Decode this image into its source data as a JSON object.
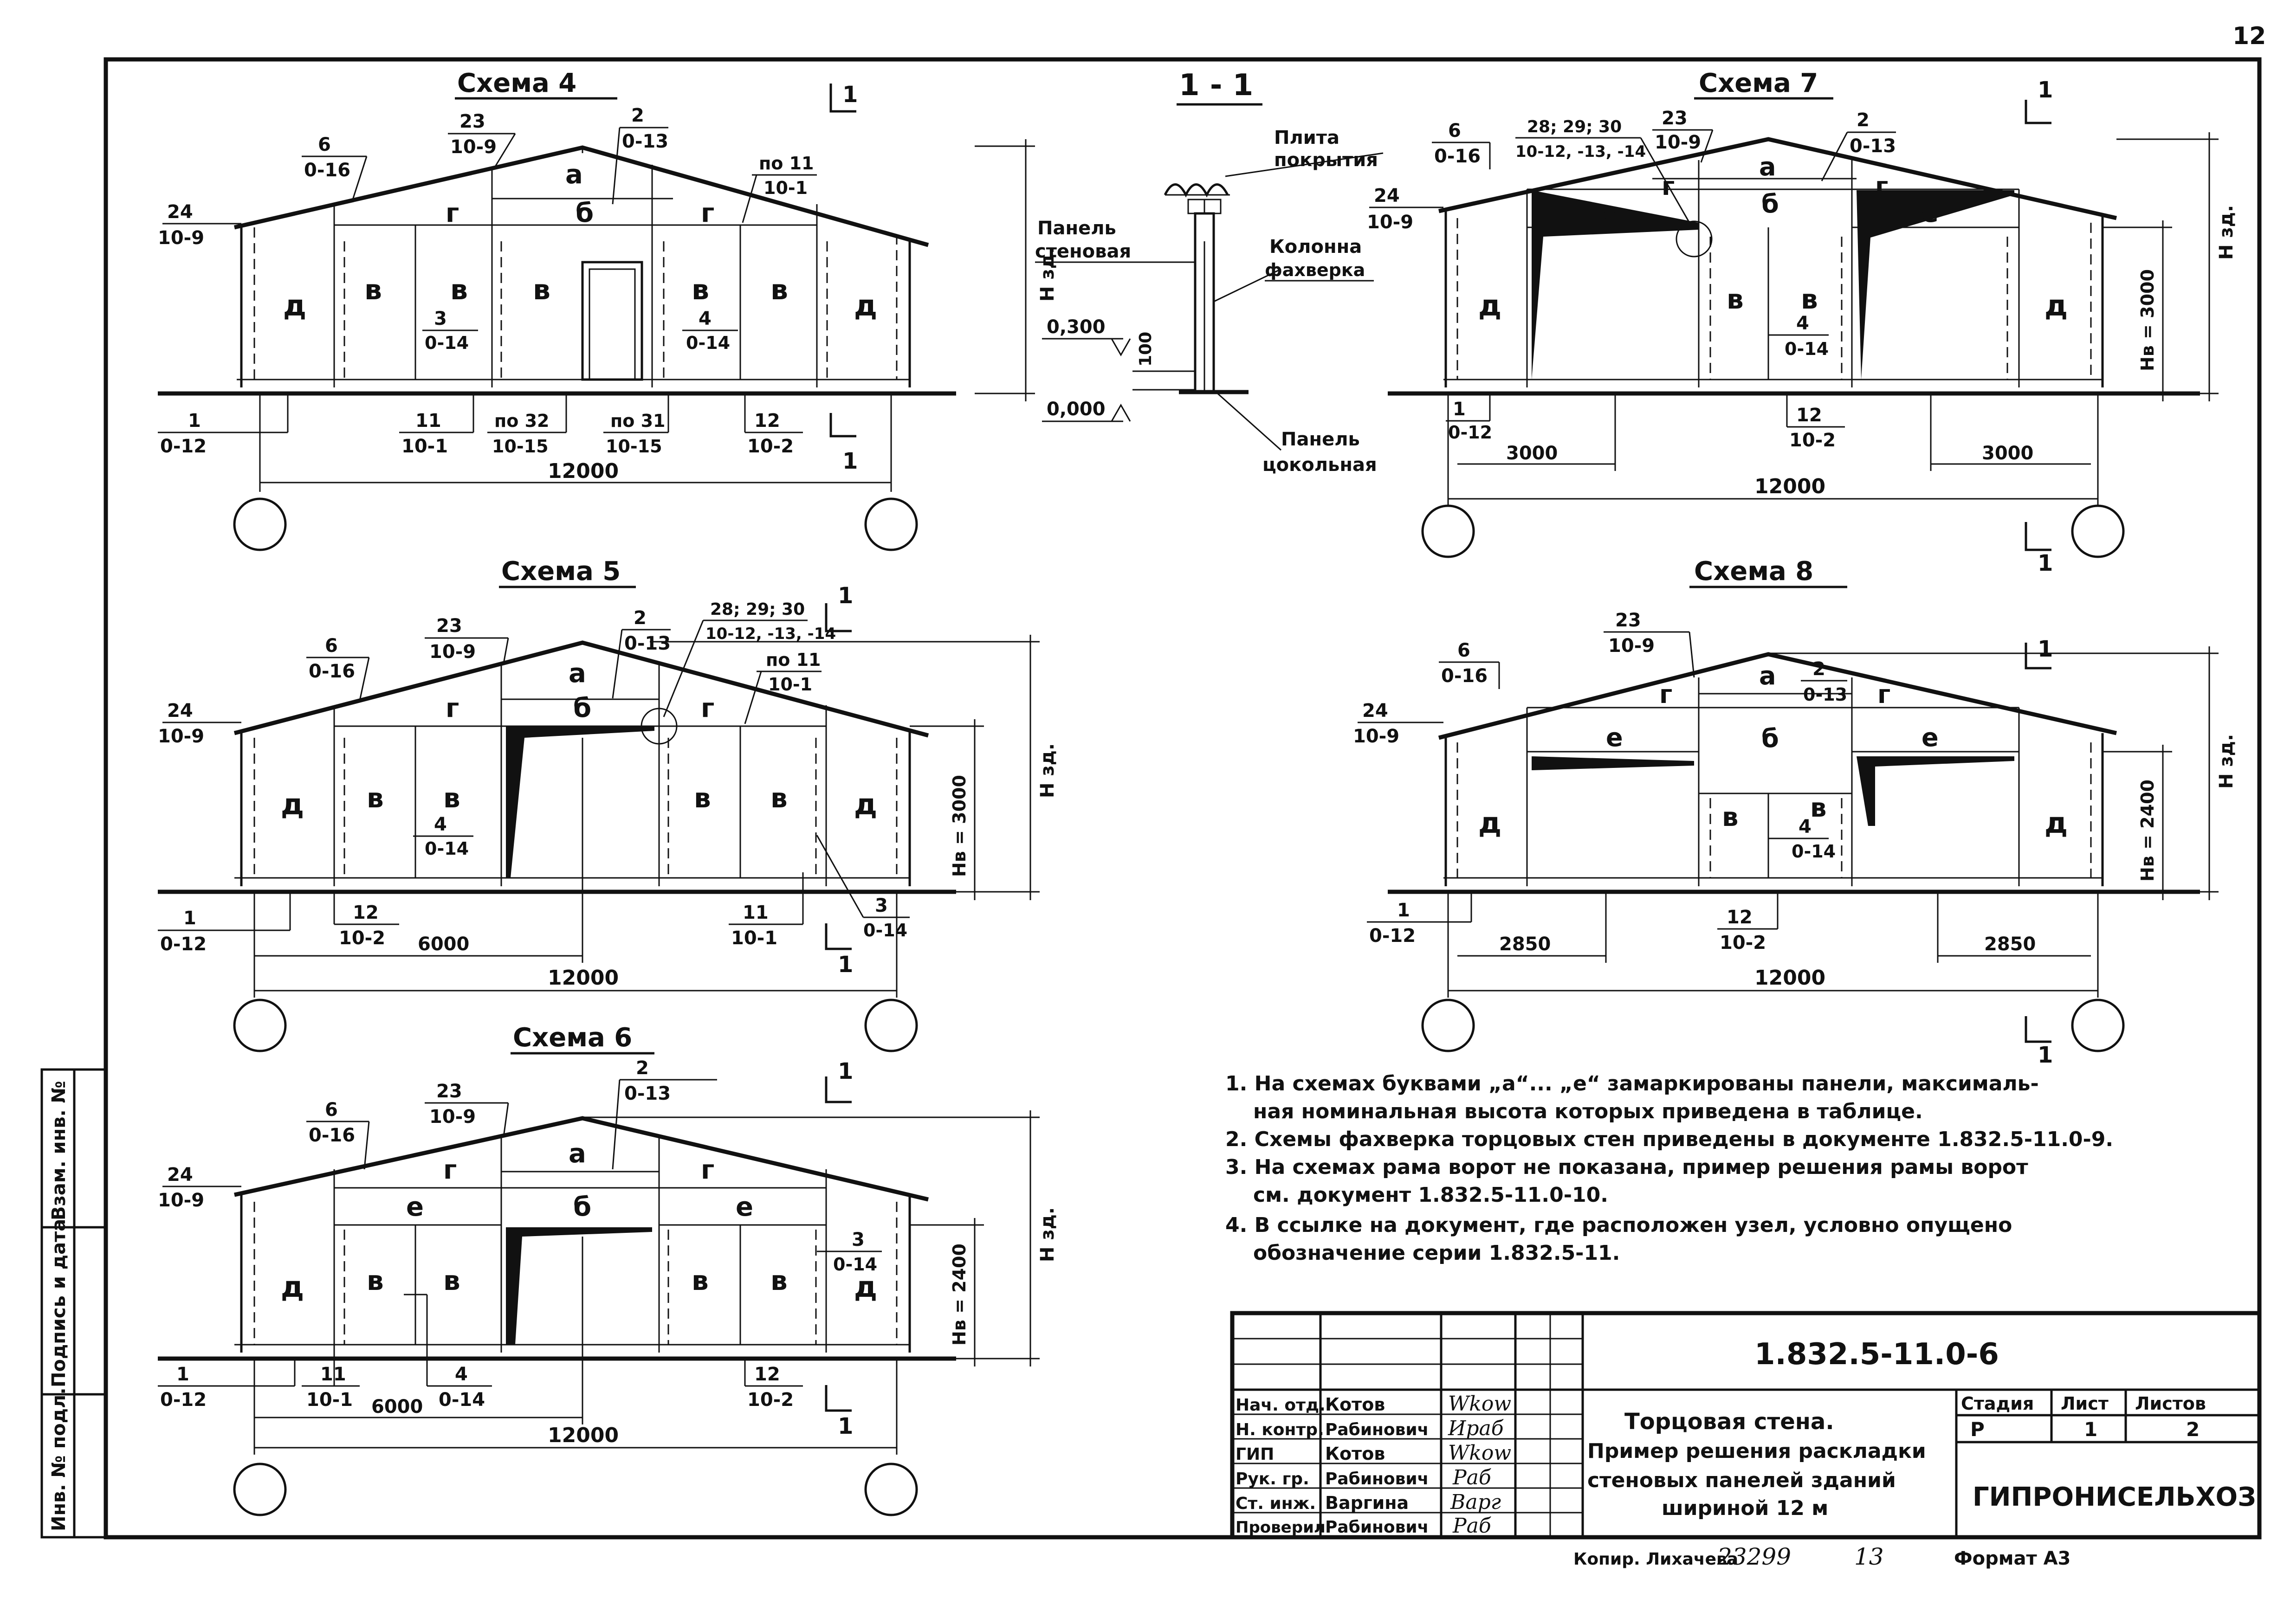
{
  "sheet_number": "12",
  "section": {
    "title": "1 - 1",
    "label_slab_1": "Плита",
    "label_slab_2": "покрытия",
    "label_panel_1": "Панель",
    "label_panel_2": "стеновая",
    "label_column_1": "Колонна",
    "label_column_2": "фахверка",
    "label_plinth_1": "Панель",
    "label_plinth_2": "цокольная",
    "dim_100": "100",
    "level_0300": "0,300",
    "level_0000": "0,000"
  },
  "common": {
    "a": "а",
    "b": "б",
    "v": "в",
    "g": "г",
    "d": "д",
    "e": "е",
    "height_total": "H зд.",
    "cut_mark": "1",
    "width_12000": "12000",
    "r1_num": "1",
    "r1_den": "0-12",
    "r2_num": "2",
    "r2_den": "0-13",
    "r3_num": "3",
    "r3_den": "0-14",
    "r4_num": "4",
    "r4_den": "0-14",
    "r6_num": "6",
    "r6_den": "0-16",
    "r11_num": "11",
    "r11_den": "10-1",
    "r12_num": "12",
    "r12_den": "10-2",
    "r23_num": "23",
    "r23_den": "10-9",
    "r24_num": "24",
    "r24_den": "10-9",
    "rpo11_num": "по 11",
    "rpo11_den": "10-1",
    "rpo32_num": "по 32",
    "rpo32_den": "10-15",
    "rpo31_num": "по 31",
    "rpo31_den": "10-15",
    "r28_num": "28; 29; 30",
    "r28_den": "10-12, -13, -14"
  },
  "schemes": {
    "s4": {
      "title": "Схема 4"
    },
    "s5": {
      "title": "Схема 5",
      "hv": "Hв = 3000",
      "dim_left": "6000"
    },
    "s6": {
      "title": "Схема 6",
      "hv": "Hв = 2400",
      "dim_left": "6000"
    },
    "s7": {
      "title": "Схема 7",
      "hv": "Hв = 3000",
      "dim_left": "3000",
      "dim_right": "3000"
    },
    "s8": {
      "title": "Схема 8",
      "hv": "Hв = 2400",
      "dim_left": "2850",
      "dim_right": "2850"
    }
  },
  "notes": [
    "1. На схемах буквами „а“... „е“ замаркированы панели, максималь-",
    "ная номинальная высота которых приведена в таблице.",
    "2. Схемы фахверка торцовых стен приведены в документе 1.832.5-11.0-9.",
    "3. На схемах рама ворот не показана, пример решения рамы ворот",
    "см. документ 1.832.5-11.0-10.",
    "4. В ссылке на документ, где расположен узел, условно опущено",
    "обозначение серии 1.832.5-11."
  ],
  "side_stamp": [
    "Инв. № подл.",
    "Подпись и дата",
    "Взам. инв. №"
  ],
  "title_block": {
    "code": "1.832.5-11.0-6",
    "title_lines": [
      "Торцовая стена.",
      "Пример решения раскладки",
      "стеновых панелей зданий",
      "шириной 12 м"
    ],
    "signers": [
      {
        "role": "Нач. отд.",
        "name": "Котов",
        "sign": "Wkоw"
      },
      {
        "role": "Н. контр.",
        "name": "Рабинович",
        "sign": "Ираб"
      },
      {
        "role": "ГИП",
        "name": "Котов",
        "sign": "Wkоw"
      },
      {
        "role": "Рук. гр.",
        "name": "Рабинович",
        "sign": "Раб"
      },
      {
        "role": "Ст. инж.",
        "name": "Варгина",
        "sign": "Варг"
      },
      {
        "role": "Проверил",
        "name": "Рабинович",
        "sign": "Раб"
      }
    ],
    "stage_label": "Стадия",
    "sheet_label": "Лист",
    "sheets_label": "Листов",
    "stage": "Р",
    "sheet": "1",
    "sheets": "2",
    "org": "ГИПРОНИСЕЛЬХОЗ",
    "copy_label": "Копир. Лихачева",
    "copy_num": "23299",
    "copy_num2": "13",
    "format": "Формат А3"
  }
}
